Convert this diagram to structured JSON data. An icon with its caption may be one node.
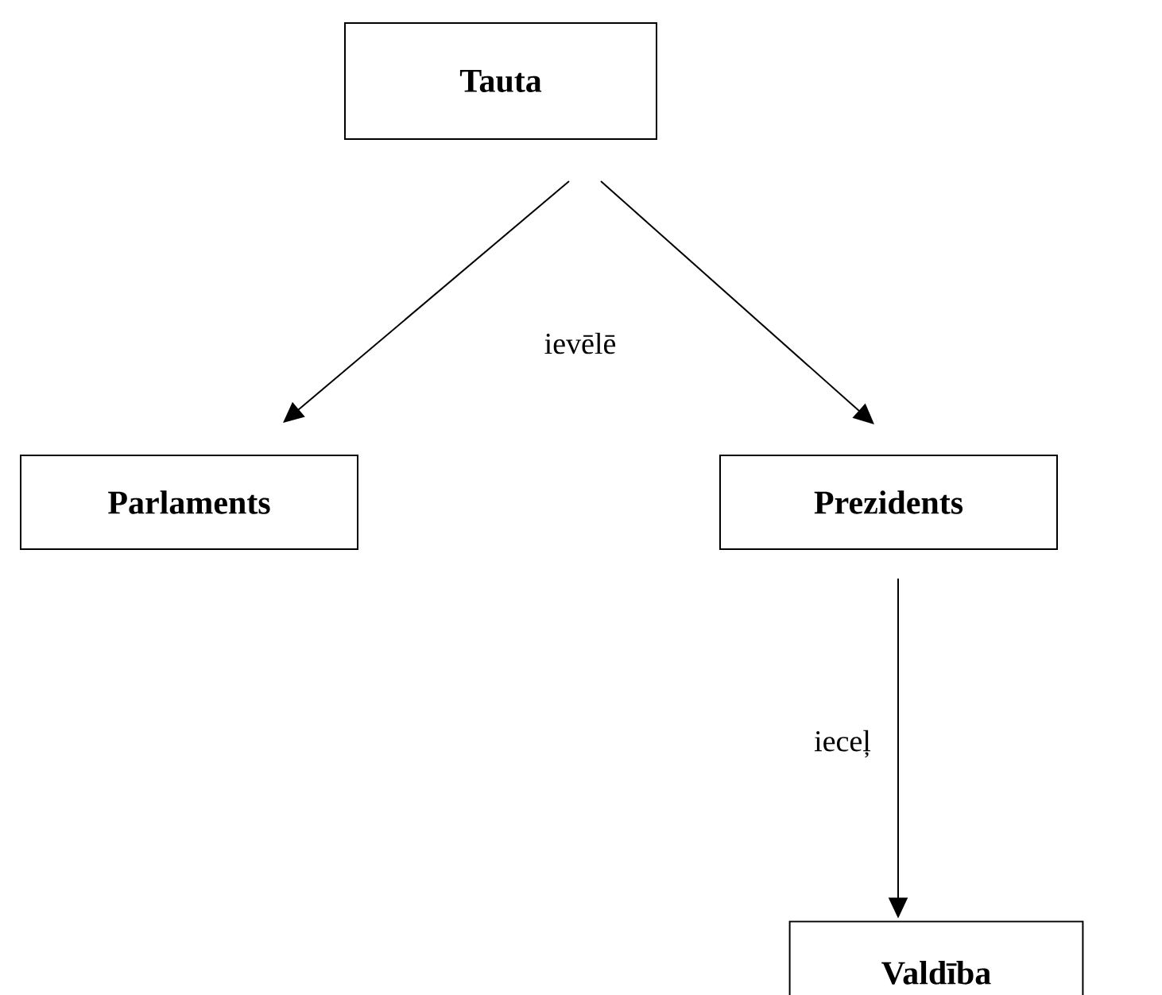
{
  "diagram": {
    "nodes": [
      {
        "text": [
          "Tauta"
        ]
      },
      {
        "text": [
          "Parlaments"
        ]
      },
      {
        "text": [
          "Prezidents"
        ]
      },
      {
        "text": [
          "Valdība"
        ]
      }
    ],
    "edges": [
      {
        "from": 0,
        "to": 1,
        "arrow": "to"
      },
      {
        "from": 0,
        "to": 2,
        "arrow": "to"
      },
      {
        "from": 2,
        "to": 3,
        "arrow": "to",
        "label": "ieceļ"
      }
    ],
    "labels": [
      "ievēlē"
    ]
  }
}
